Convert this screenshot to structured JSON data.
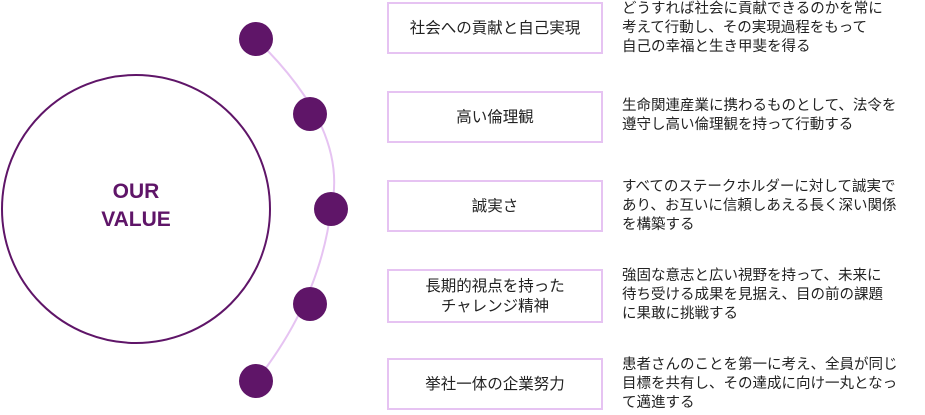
{
  "center": {
    "line1": "OUR",
    "line2": "VALUE"
  },
  "colors": {
    "accent": "#5f1568",
    "arc": "#e6c3f2",
    "box_border": "#e6c3f2"
  },
  "values": [
    {
      "title": "社会への貢献と自己実現",
      "description": "どうすれば社会に貢献できるのかを常に\n考えて行動し、その実現過程をもって\n自己の幸福と生き甲斐を得る"
    },
    {
      "title": "高い倫理観",
      "description": "生命関連産業に携わるものとして、法令を\n遵守し高い倫理観を持って行動する"
    },
    {
      "title": "誠実さ",
      "description": "すべてのステークホルダーに対して誠実で\nあり、お互いに信頼しあえる長く深い関係\nを構築する"
    },
    {
      "title": "長期的視点を持った\nチャレンジ精神",
      "description": "強固な意志と広い視野を持って、未来に\n待ち受ける成果を見据え、目の前の課題\nに果敢に挑戦する"
    },
    {
      "title": "挙社一体の企業努力",
      "description": "患者さんのことを第一に考え、全員が同じ\n目標を共有し、その達成に向け一丸となっ\nて邁進する"
    }
  ]
}
